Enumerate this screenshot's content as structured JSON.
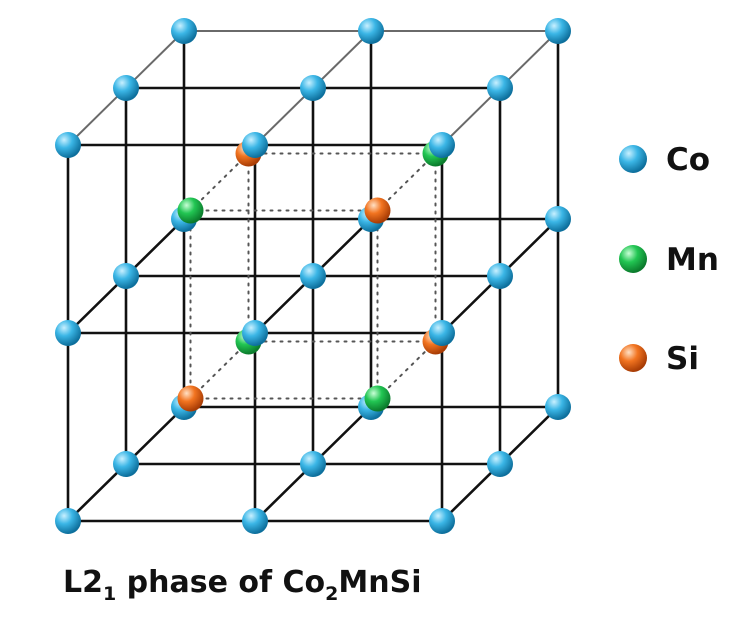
{
  "caption": {
    "part1": "L2",
    "sub1": "1",
    "part2": " phase of Co",
    "sub2": "2",
    "part3": "MnSi"
  },
  "legend": [
    {
      "element": "Co",
      "color": "#2aa8d8"
    },
    {
      "element": "Mn",
      "color": "#19c24a"
    },
    {
      "element": "Si",
      "color": "#f06a1a"
    }
  ],
  "colors": {
    "Co": "#2aa8d8",
    "Mn": "#19c24a",
    "Si": "#f06a1a"
  }
}
